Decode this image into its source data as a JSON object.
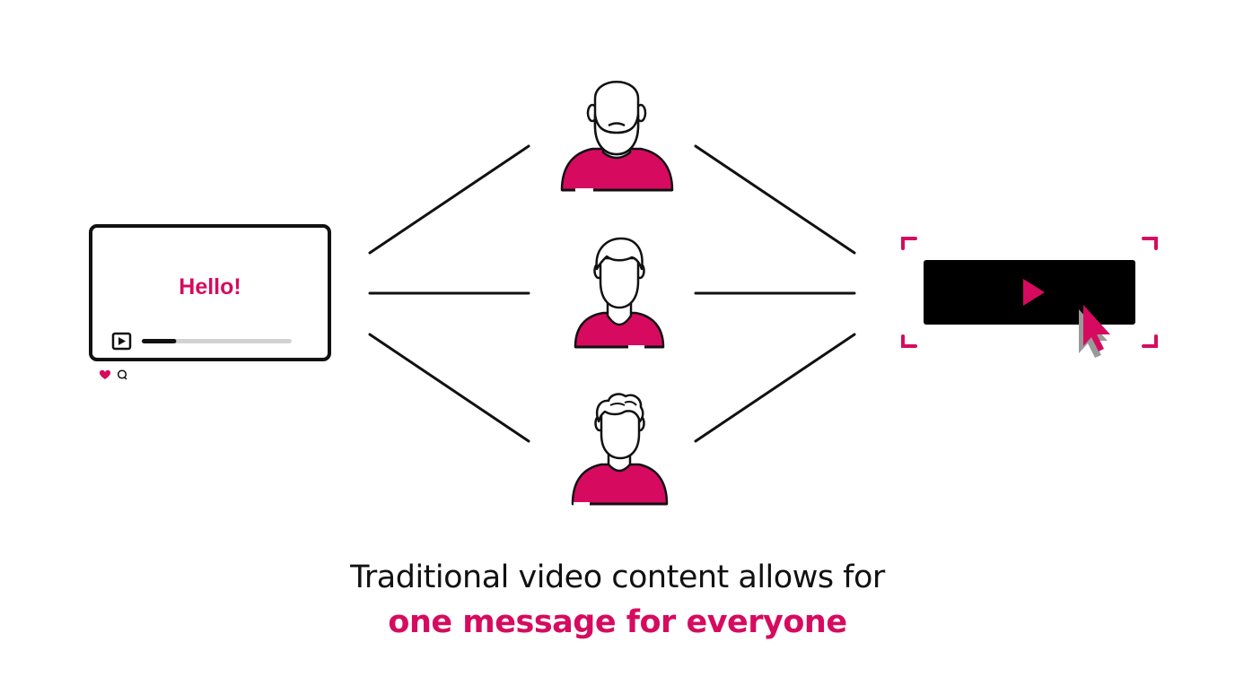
{
  "video_card": {
    "greeting": "Hello!",
    "progress": 0.23,
    "icons": [
      "play-icon",
      "heart-icon",
      "comment-icon"
    ]
  },
  "audience": {
    "people": [
      "bald-bearded-person-icon",
      "short-hair-person-icon",
      "curly-hair-person-icon"
    ]
  },
  "cta": {
    "icons": [
      "play-icon",
      "cursor-icon"
    ]
  },
  "caption": {
    "line1": "Traditional video content allows for",
    "line2": "one message for everyone"
  },
  "colors": {
    "accent": "#d60b5f",
    "ink": "#111111",
    "track": "#d2d2d2"
  }
}
